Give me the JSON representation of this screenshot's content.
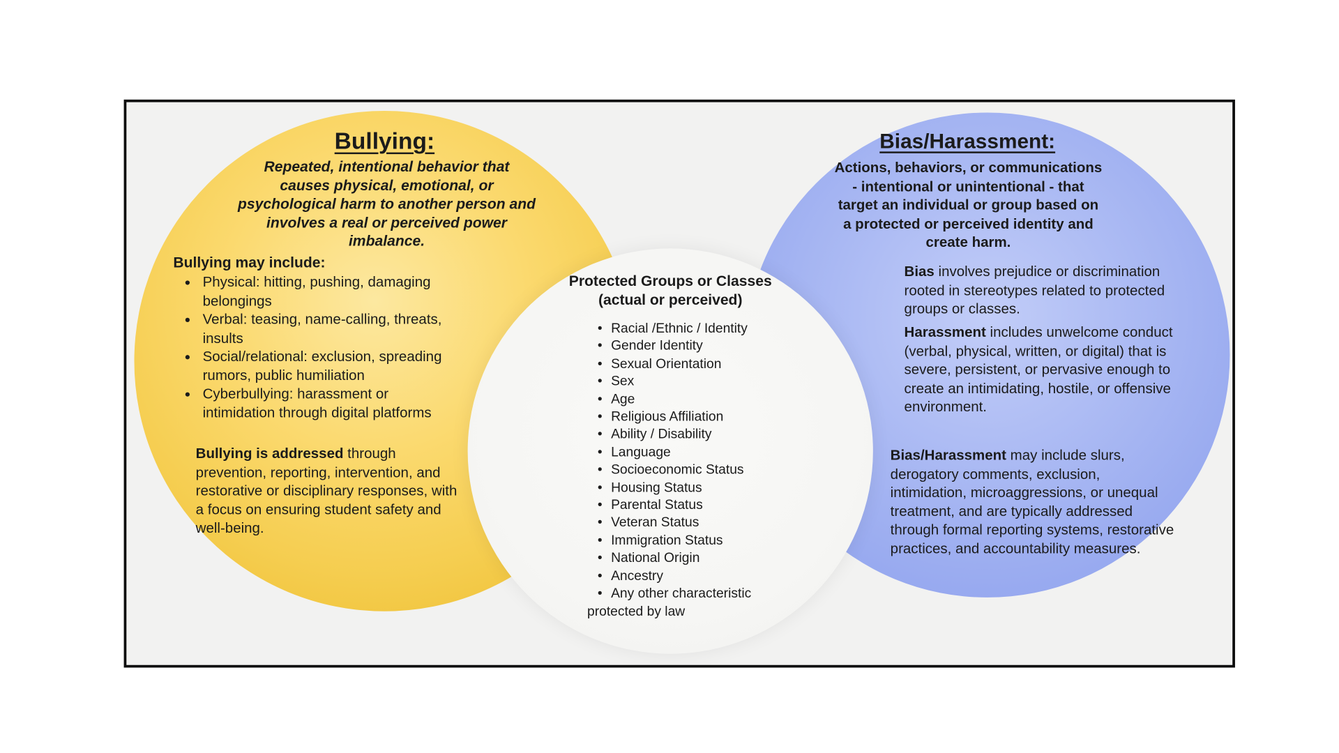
{
  "bullying": {
    "title": "Bullying:",
    "definition": "Repeated, intentional behavior that causes physical, emotional, or psychological harm to another person and involves a real or perceived power imbalance.",
    "includes_heading": "Bullying may include:",
    "includes_items": [
      "Physical: hitting, pushing, damaging belongings",
      "Verbal: teasing, name-calling, threats, insults",
      "Social/relational: exclusion, spreading rumors, public humiliation",
      "Cyberbullying: harassment or intimidation through digital platforms"
    ],
    "addressed_lead": "Bullying is addressed",
    "addressed_rest": " through prevention, reporting, intervention, and restorative or disciplinary responses, with a focus on ensuring student safety and well-being."
  },
  "protected_groups": {
    "title_line1": "Protected Groups or Classes",
    "title_line2": "(actual or perceived)",
    "items": [
      "Racial /Ethnic / Identity",
      "Gender Identity",
      "Sexual Orientation",
      "Sex",
      "Age",
      "Religious Affiliation",
      "Ability / Disability",
      "Language",
      "Socioeconomic Status",
      "Housing Status",
      "Parental Status",
      "Veteran Status",
      "Immigration Status",
      "National Origin",
      "Ancestry",
      "Any other characteristic protected by law"
    ]
  },
  "bias_harassment": {
    "title": "Bias/Harassment:",
    "definition": "Actions, behaviors, or communications - intentional or unintentional - that target an individual or group based on a protected or perceived identity and create harm.",
    "bias_lead": "Bias",
    "bias_rest": " involves prejudice or discrimination rooted in stereotypes related to protected groups or classes.",
    "harassment_lead": "Harassment",
    "harassment_rest": " includes unwelcome conduct (verbal, physical, written, or digital) that is severe, persistent, or pervasive enough to create an intimidating, hostile, or offensive environment.",
    "may_include_lead": "Bias/Harassment",
    "may_include_rest": " may include slurs, derogatory comments, exclusion, intimidation, microaggressions, or unequal treatment, and are typically addressed through formal reporting systems, restorative practices, and accountability measures."
  },
  "colors": {
    "yellow_circle": "#f3c94b",
    "blue_circle": "#98aaef",
    "center_circle": "#f6f6f4",
    "frame_border": "#0d0d0d",
    "frame_background": "#f2f2f1"
  }
}
